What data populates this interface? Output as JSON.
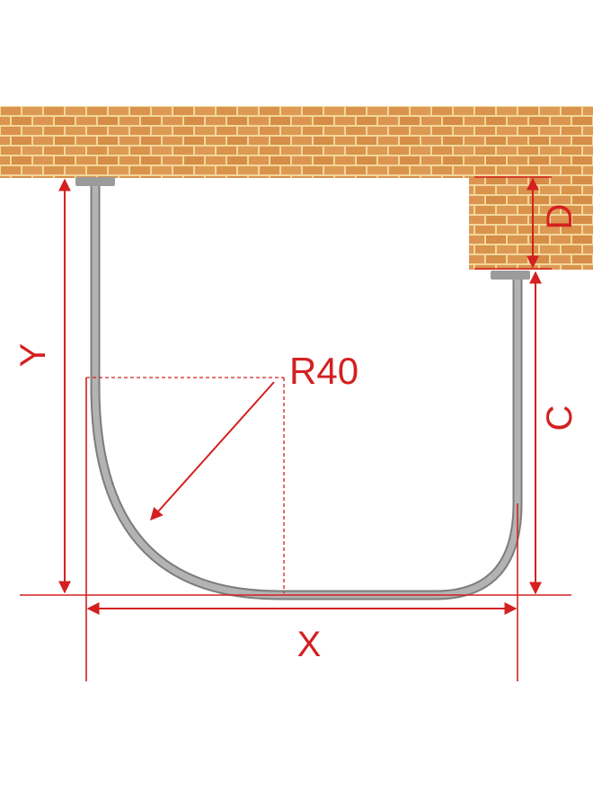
{
  "diagram": {
    "labels": {
      "radius": "R40",
      "x_dimension": "X",
      "y_dimension": "Y",
      "c_dimension": "C",
      "d_dimension": "D"
    },
    "colors": {
      "brick": "#d9934c",
      "brick_light": "#e8aa66",
      "mortar": "#f3d79a",
      "rod": "#a6a6a6",
      "rod_edge": "#7c7c7c",
      "bracket": "#9b9b9b",
      "dimension": "#d42020"
    }
  }
}
